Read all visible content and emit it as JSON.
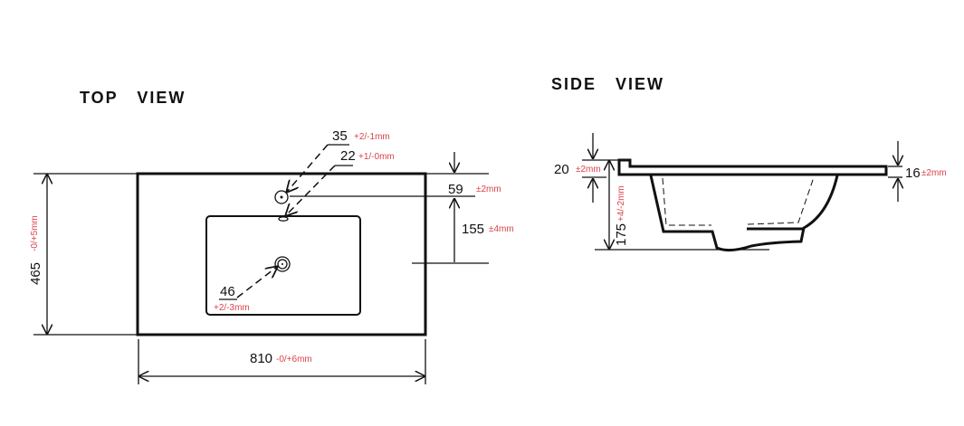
{
  "top_view": {
    "title": "TOP   VIEW",
    "width": {
      "value": "810",
      "tolerance": "-0/+6mm"
    },
    "depth": {
      "value": "465",
      "tolerance": "-0/+5mm"
    },
    "tap_hole": {
      "value": "35",
      "tolerance": "+2/-1mm"
    },
    "overflow": {
      "value": "22",
      "tolerance": "+1/-0mm"
    },
    "tap_offset": {
      "value": "59",
      "tolerance": "±2mm"
    },
    "drain_offset": {
      "value": "155",
      "tolerance": "±4mm"
    },
    "drain": {
      "value": "46",
      "tolerance": "+2/-3mm"
    }
  },
  "side_view": {
    "title": "SIDE   VIEW",
    "rim_height": {
      "value": "20",
      "tolerance": "±2mm"
    },
    "slab_thickness": {
      "value": "16",
      "tolerance": "±2mm"
    },
    "total_height": {
      "value": "175",
      "tolerance": "+4/-2mm"
    }
  },
  "colors": {
    "tolerance": "#d9434b",
    "line": "#111111"
  }
}
